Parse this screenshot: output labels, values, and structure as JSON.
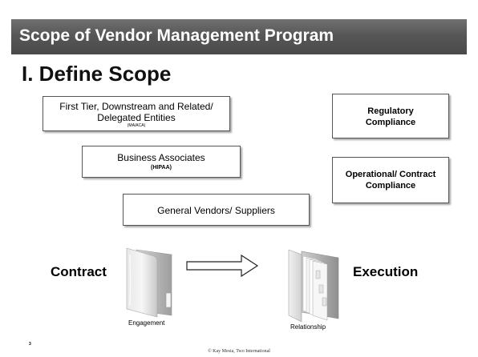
{
  "slide": {
    "title": "Scope of Vendor Management Program",
    "heading": "I.  Define Scope",
    "boxes": {
      "tier": {
        "line1": "First Tier, Downstream and Related/",
        "line2": "Delegated Entities",
        "sub": "(MA/ACA)"
      },
      "business_associates": {
        "line1": "Business Associates",
        "sub": "(HIPAA)"
      },
      "general_vendors": {
        "line1": "General Vendors/ Suppliers"
      },
      "regulatory": {
        "line1": "Regulatory",
        "line2": "Compliance"
      },
      "operational": {
        "line1": "Operational/ Contract",
        "line2": "Compliance"
      }
    },
    "contract_label": "Contract",
    "execution_label": "Execution",
    "engagement_caption": "Engagement",
    "relationship_caption": "Relationship",
    "page_number": "3",
    "footer": "© Kay Mesia, Two International",
    "colors": {
      "title_bar": "#575757",
      "title_text": "#ffffff",
      "border": "#555555"
    },
    "icons": {
      "engagement": "empty-folder-icon",
      "relationship": "filled-folder-icon",
      "transition": "right-arrow-icon"
    }
  }
}
